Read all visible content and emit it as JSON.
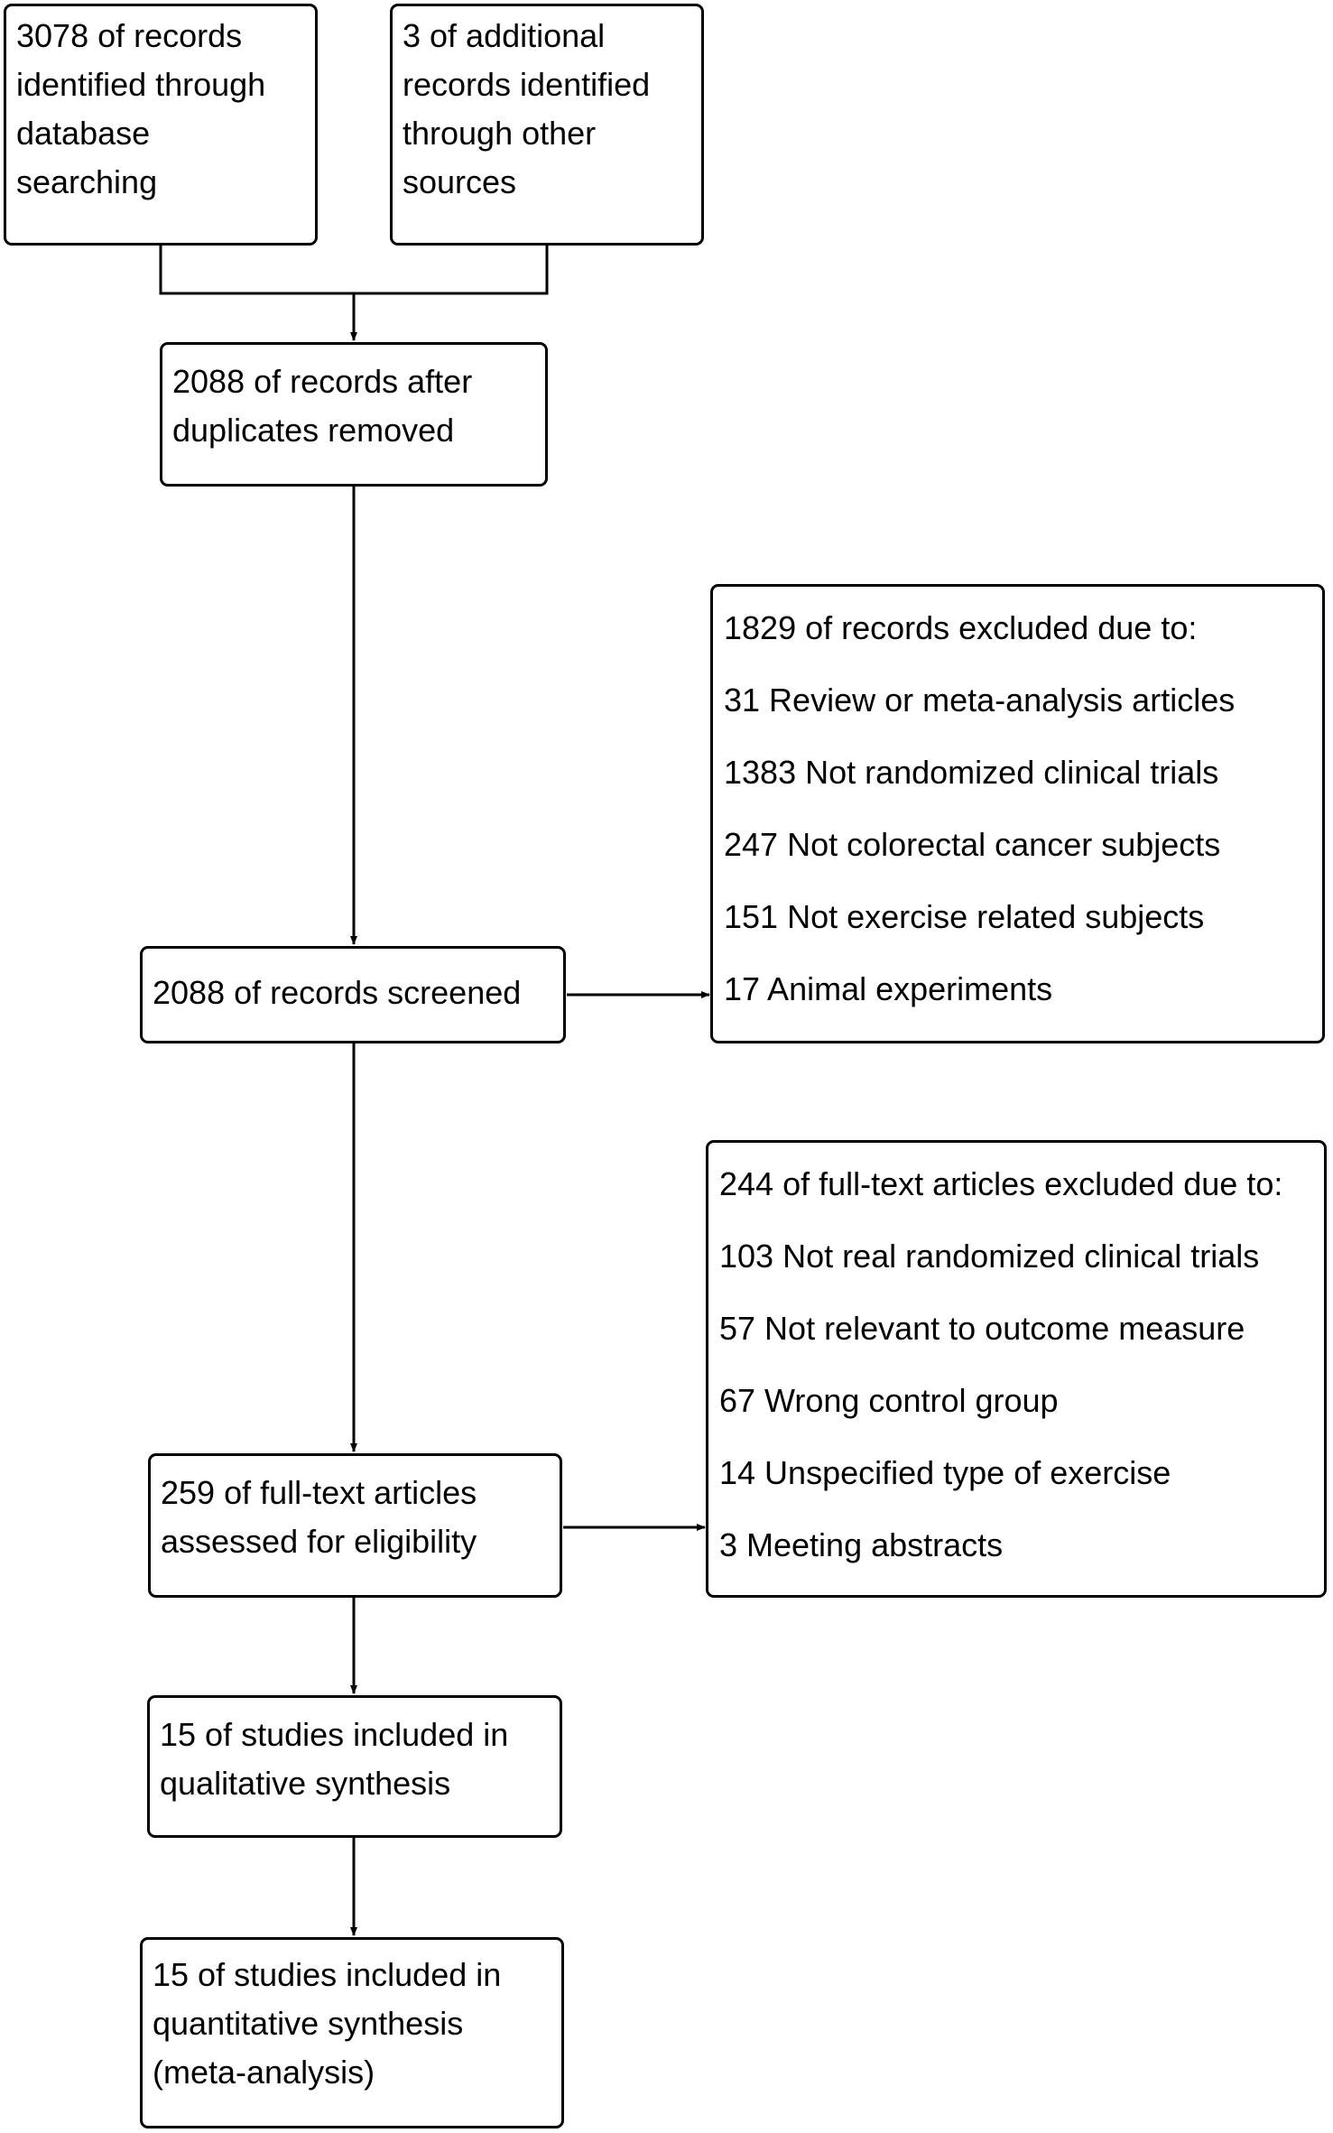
{
  "identification": {
    "database": [
      "3078 of records",
      "identified through",
      "database",
      "searching"
    ],
    "other": [
      "3 of additional",
      "records identified",
      "through other",
      "sources"
    ]
  },
  "deduplication": [
    "2088 of records after",
    "duplicates removed"
  ],
  "screening": {
    "screened": [
      "2088 of records screened"
    ],
    "excluded": [
      "1829 of records excluded due to:",
      "31 Review or meta-analysis articles",
      "1383 Not randomized clinical trials",
      "247 Not colorectal cancer subjects",
      "151 Not exercise related subjects",
      "17 Animal experiments"
    ]
  },
  "eligibility": {
    "assessed": [
      "259 of full-text articles",
      "assessed for eligibility"
    ],
    "excluded": [
      "244 of full-text articles excluded due to:",
      "103 Not real randomized clinical trials",
      "57 Not relevant to outcome measure",
      "67 Wrong control group",
      "14 Unspecified type of exercise",
      "3 Meeting abstracts"
    ]
  },
  "included": {
    "qualitative": [
      "15 of studies included in",
      "qualitative synthesis"
    ],
    "quantitative": [
      "15 of studies included in",
      "quantitative synthesis",
      "(meta-analysis)"
    ]
  }
}
